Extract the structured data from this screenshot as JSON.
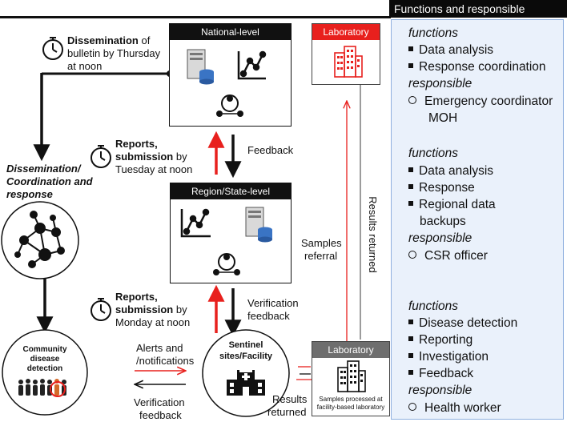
{
  "panel": {
    "title": "Functions and responsible",
    "sections": [
      {
        "functions_label": "functions",
        "functions": [
          "Data analysis",
          "Response coordination"
        ],
        "responsible_label": "responsible",
        "responsible": [
          "Emergency coordinator",
          "MOH"
        ]
      },
      {
        "functions_label": "functions",
        "functions": [
          "Data analysis",
          "Response",
          "Regional data",
          "backups"
        ],
        "responsible_label": "responsible",
        "responsible": [
          "CSR officer"
        ]
      },
      {
        "functions_label": "functions",
        "functions": [
          "Disease detection",
          "Reporting",
          "Investigation",
          "Feedback"
        ],
        "responsible_label": "responsible",
        "responsible": [
          "Health worker"
        ]
      }
    ]
  },
  "national": {
    "title": "National-level"
  },
  "region": {
    "title": "Region/State-level"
  },
  "lab_top": {
    "title": "Laboratory"
  },
  "lab_bottom": {
    "title": "Laboratory",
    "caption1": "Samples processed at",
    "caption2": "facility-based laboratory"
  },
  "sentinel": {
    "line1": "Sentinel",
    "line2": "sites/Facility"
  },
  "community": {
    "line1": "Community",
    "line2": "disease",
    "line3": "detection"
  },
  "notes": {
    "dissemination_bold": "Dissemination",
    "dissemination_rest1": " of",
    "dissemination_rest2": "bulletin by Thursday",
    "dissemination_rest3": "at noon",
    "reports1_bold1": "Reports,",
    "reports1_bold2": "submission",
    "reports1_rest2": " by",
    "reports1_rest3": "Tuesday at noon",
    "reports2_bold1": "Reports,",
    "reports2_bold2": "submission",
    "reports2_rest2": " by",
    "reports2_rest3": "Monday at noon",
    "diss_coord1": "Dissemination/",
    "diss_coord2": "Coordination and",
    "diss_coord3": "response"
  },
  "labels": {
    "feedback": "Feedback",
    "verification1": "Verification",
    "verification2": "feedback",
    "alerts1": "Alerts and",
    "alerts2": "/notifications",
    "verif_left1": "Verification",
    "verif_left2": "feedback",
    "results_bottom1": "Results",
    "results_bottom2": "returned",
    "samples1": "Samples",
    "samples2": "referral",
    "results_vertical": "Results returned"
  },
  "colors": {
    "red": "#e8201d",
    "black": "#111111",
    "panel_bg": "#eaf1fb",
    "panel_border": "#8fb0df",
    "lab_bottom_head": "#6e6e6e"
  }
}
